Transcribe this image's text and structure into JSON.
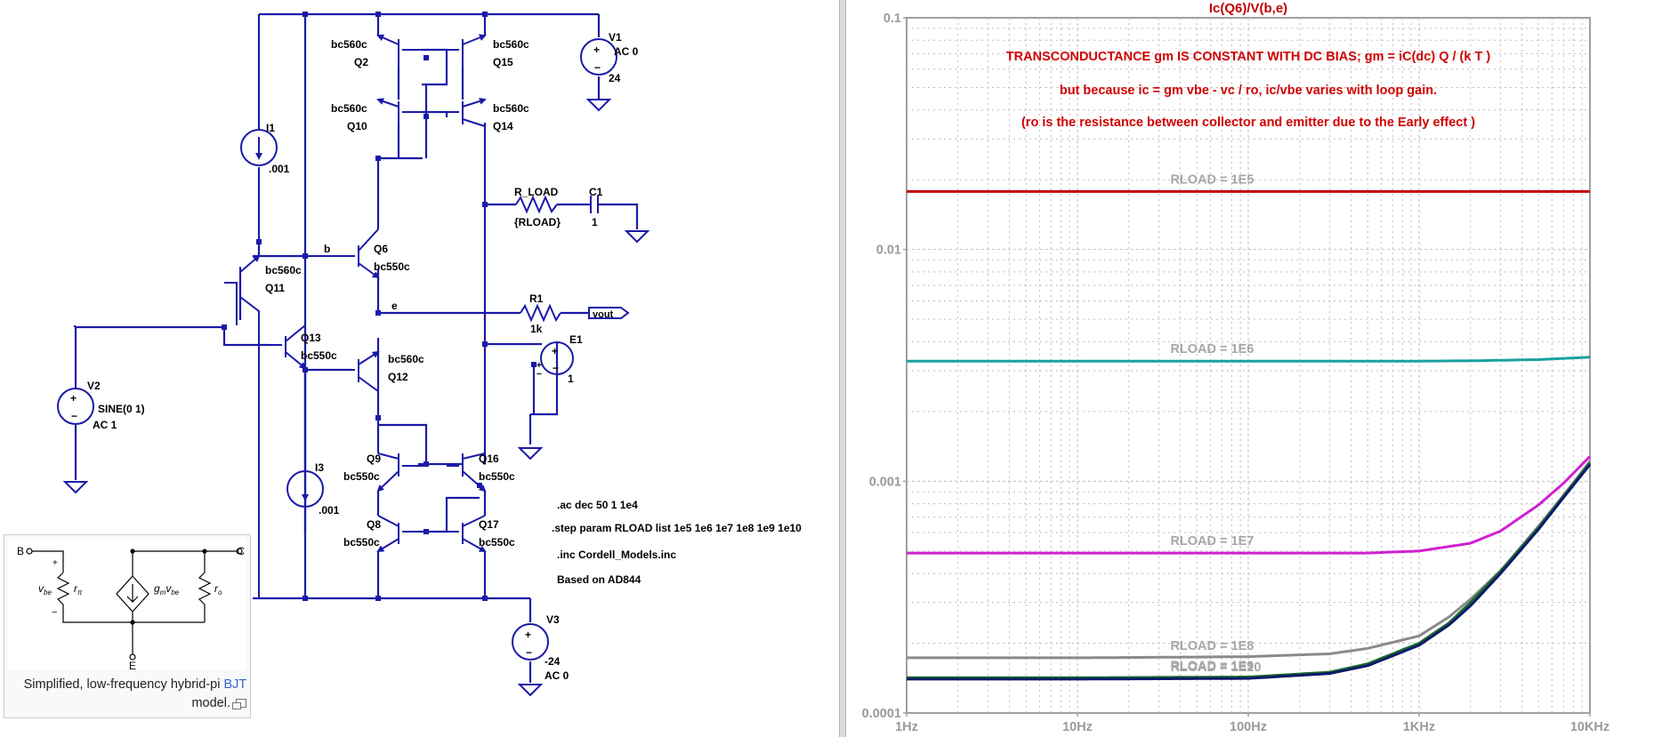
{
  "schematic": {
    "parts": {
      "q2": {
        "name": "Q2",
        "model": "bc560c"
      },
      "q15": {
        "name": "Q15",
        "model": "bc560c"
      },
      "q10": {
        "name": "Q10",
        "model": "bc560c"
      },
      "q14": {
        "name": "Q14",
        "model": "bc560c"
      },
      "q6": {
        "name": "Q6",
        "model": "bc550c"
      },
      "q11": {
        "name": "Q11",
        "model": "bc560c"
      },
      "q13": {
        "name": "Q13",
        "model": "bc550c"
      },
      "q12": {
        "name": "Q12",
        "model": "bc560c"
      },
      "q9": {
        "name": "Q9",
        "model": "bc550c"
      },
      "q16": {
        "name": "Q16",
        "model": "bc550c"
      },
      "q8": {
        "name": "Q8",
        "model": "bc550c"
      },
      "q17": {
        "name": "Q17",
        "model": "bc550c"
      },
      "v1": {
        "name": "V1",
        "value": "AC 0",
        "value2": "24"
      },
      "v2": {
        "name": "V2",
        "value": "SINE(0 1)",
        "value2": "AC 1"
      },
      "v3": {
        "name": "V3",
        "value": "-24",
        "value2": "AC 0"
      },
      "i1": {
        "name": "I1",
        "value": ".001"
      },
      "i3": {
        "name": "I3",
        "value": ".001"
      },
      "r_load": {
        "name": "R_LOAD",
        "value": "{RLOAD}"
      },
      "c1": {
        "name": "C1",
        "value": "1"
      },
      "r1": {
        "name": "R1",
        "value": "1k"
      },
      "e1": {
        "name": "E1",
        "value": "1"
      }
    },
    "nets": {
      "b": "b",
      "e": "e",
      "vout": "vout"
    },
    "directives": [
      ".ac dec 50 1 1e4",
      ".step param RLOAD list 1e5 1e6 1e7 1e8 1e9 1e10",
      ".inc Cordell_Models.inc",
      "Based on AD844"
    ],
    "pin_polarity": {
      "plus": "+",
      "minus": "−"
    }
  },
  "figure_caption": {
    "terminals": {
      "b": "B",
      "c": "C",
      "e": "E"
    },
    "labels": {
      "vbe": "v",
      "vbe_sub": "be",
      "rpi": "r",
      "rpi_sub": "π",
      "gm": "g",
      "gm_sub": "m",
      "gm_v": "v",
      "gm_v_sub": "be",
      "ro": "r",
      "ro_sub": "o",
      "plus": "+",
      "minus": "−"
    },
    "text_before_link": "Simplified, low-frequency hybrid-pi ",
    "link_text": "BJT",
    "text_after_link": " model."
  },
  "plot": {
    "title": "Ic(Q6)/V(b,e)",
    "annotations": [
      "TRANSCONDUCTANCE gm IS CONSTANT WITH DC BIAS; gm = iC(dc) Q / (k T )",
      "but because ic = gm vbe - vc / ro, ic/vbe varies with loop gain.",
      "(ro is the resistance between collector and emitter due to the Early effect )"
    ],
    "y_ticks": [
      "0.1",
      "0.01",
      "0.001",
      "0.0001"
    ],
    "x_ticks": [
      "1Hz",
      "10Hz",
      "100Hz",
      "1KHz",
      "10KHz"
    ],
    "colors": {
      "grid": "#bdbdbd",
      "axis": "#a0a0a0",
      "title": "#c00000",
      "annotation": "#d00000"
    }
  },
  "chart_data": {
    "type": "line",
    "title": "Ic(Q6)/V(b,e)",
    "xlabel": "",
    "ylabel": "",
    "x_scale": "log",
    "y_scale": "log",
    "xlim": [
      1,
      10000
    ],
    "ylim": [
      0.0001,
      0.1
    ],
    "grid": true,
    "x_unit": "Hz",
    "series": [
      {
        "name": "RLOAD = 1E5",
        "color": "#c00000",
        "x": [
          1,
          10,
          100,
          1000,
          10000
        ],
        "y": [
          0.0178,
          0.0178,
          0.0178,
          0.0178,
          0.0178
        ]
      },
      {
        "name": "RLOAD = 1E6",
        "color": "#1aa0a0",
        "x": [
          1,
          10,
          100,
          1000,
          2000,
          5000,
          10000
        ],
        "y": [
          0.0033,
          0.0033,
          0.0033,
          0.0033,
          0.00331,
          0.00335,
          0.00343
        ]
      },
      {
        "name": "RLOAD = 1E7",
        "color": "#d020d0",
        "x": [
          1,
          10,
          100,
          500,
          1000,
          2000,
          3000,
          5000,
          7000,
          10000
        ],
        "y": [
          0.00049,
          0.00049,
          0.00049,
          0.00049,
          0.0005,
          0.00054,
          0.00061,
          0.00079,
          0.00098,
          0.00128
        ]
      },
      {
        "name": "RLOAD = 1E8",
        "color": "#8a8a8a",
        "x": [
          1,
          10,
          100,
          300,
          500,
          1000,
          1500,
          2000,
          3000,
          5000,
          7000,
          10000
        ],
        "y": [
          0.000173,
          0.000173,
          0.000175,
          0.00018,
          0.00019,
          0.000215,
          0.00026,
          0.00031,
          0.00041,
          0.00064,
          0.00087,
          0.00122
        ]
      },
      {
        "name": "RLOAD = 1E9",
        "color": "#1a6b2a",
        "x": [
          1,
          10,
          100,
          300,
          500,
          1000,
          1500,
          2000,
          3000,
          5000,
          7000,
          10000
        ],
        "y": [
          0.000142,
          0.000142,
          0.000143,
          0.00015,
          0.000163,
          0.0002,
          0.000245,
          0.0003,
          0.00041,
          0.00063,
          0.00086,
          0.0012
        ]
      },
      {
        "name": "RLOAD = 1E10",
        "color": "#0d1a6b",
        "x": [
          1,
          10,
          100,
          300,
          500,
          1000,
          1500,
          2000,
          3000,
          5000,
          7000,
          10000
        ],
        "y": [
          0.00014,
          0.00014,
          0.000141,
          0.000148,
          0.00016,
          0.000196,
          0.00024,
          0.00029,
          0.0004,
          0.00062,
          0.00085,
          0.00118
        ]
      }
    ]
  }
}
